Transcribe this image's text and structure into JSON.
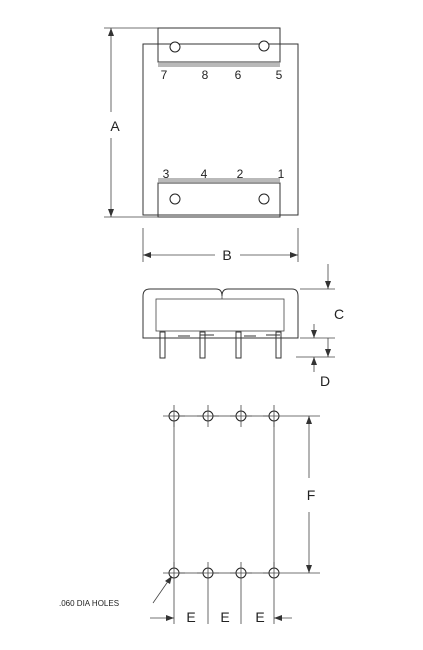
{
  "top_view": {
    "pins_top": [
      "7",
      "8",
      "6",
      "5"
    ],
    "pins_bottom": [
      "3",
      "4",
      "2",
      "1"
    ]
  },
  "dimensions": {
    "A": "A",
    "B": "B",
    "C": "C",
    "D": "D",
    "E": "E",
    "F": "F"
  },
  "holes_note": ".060 DIA HOLES"
}
